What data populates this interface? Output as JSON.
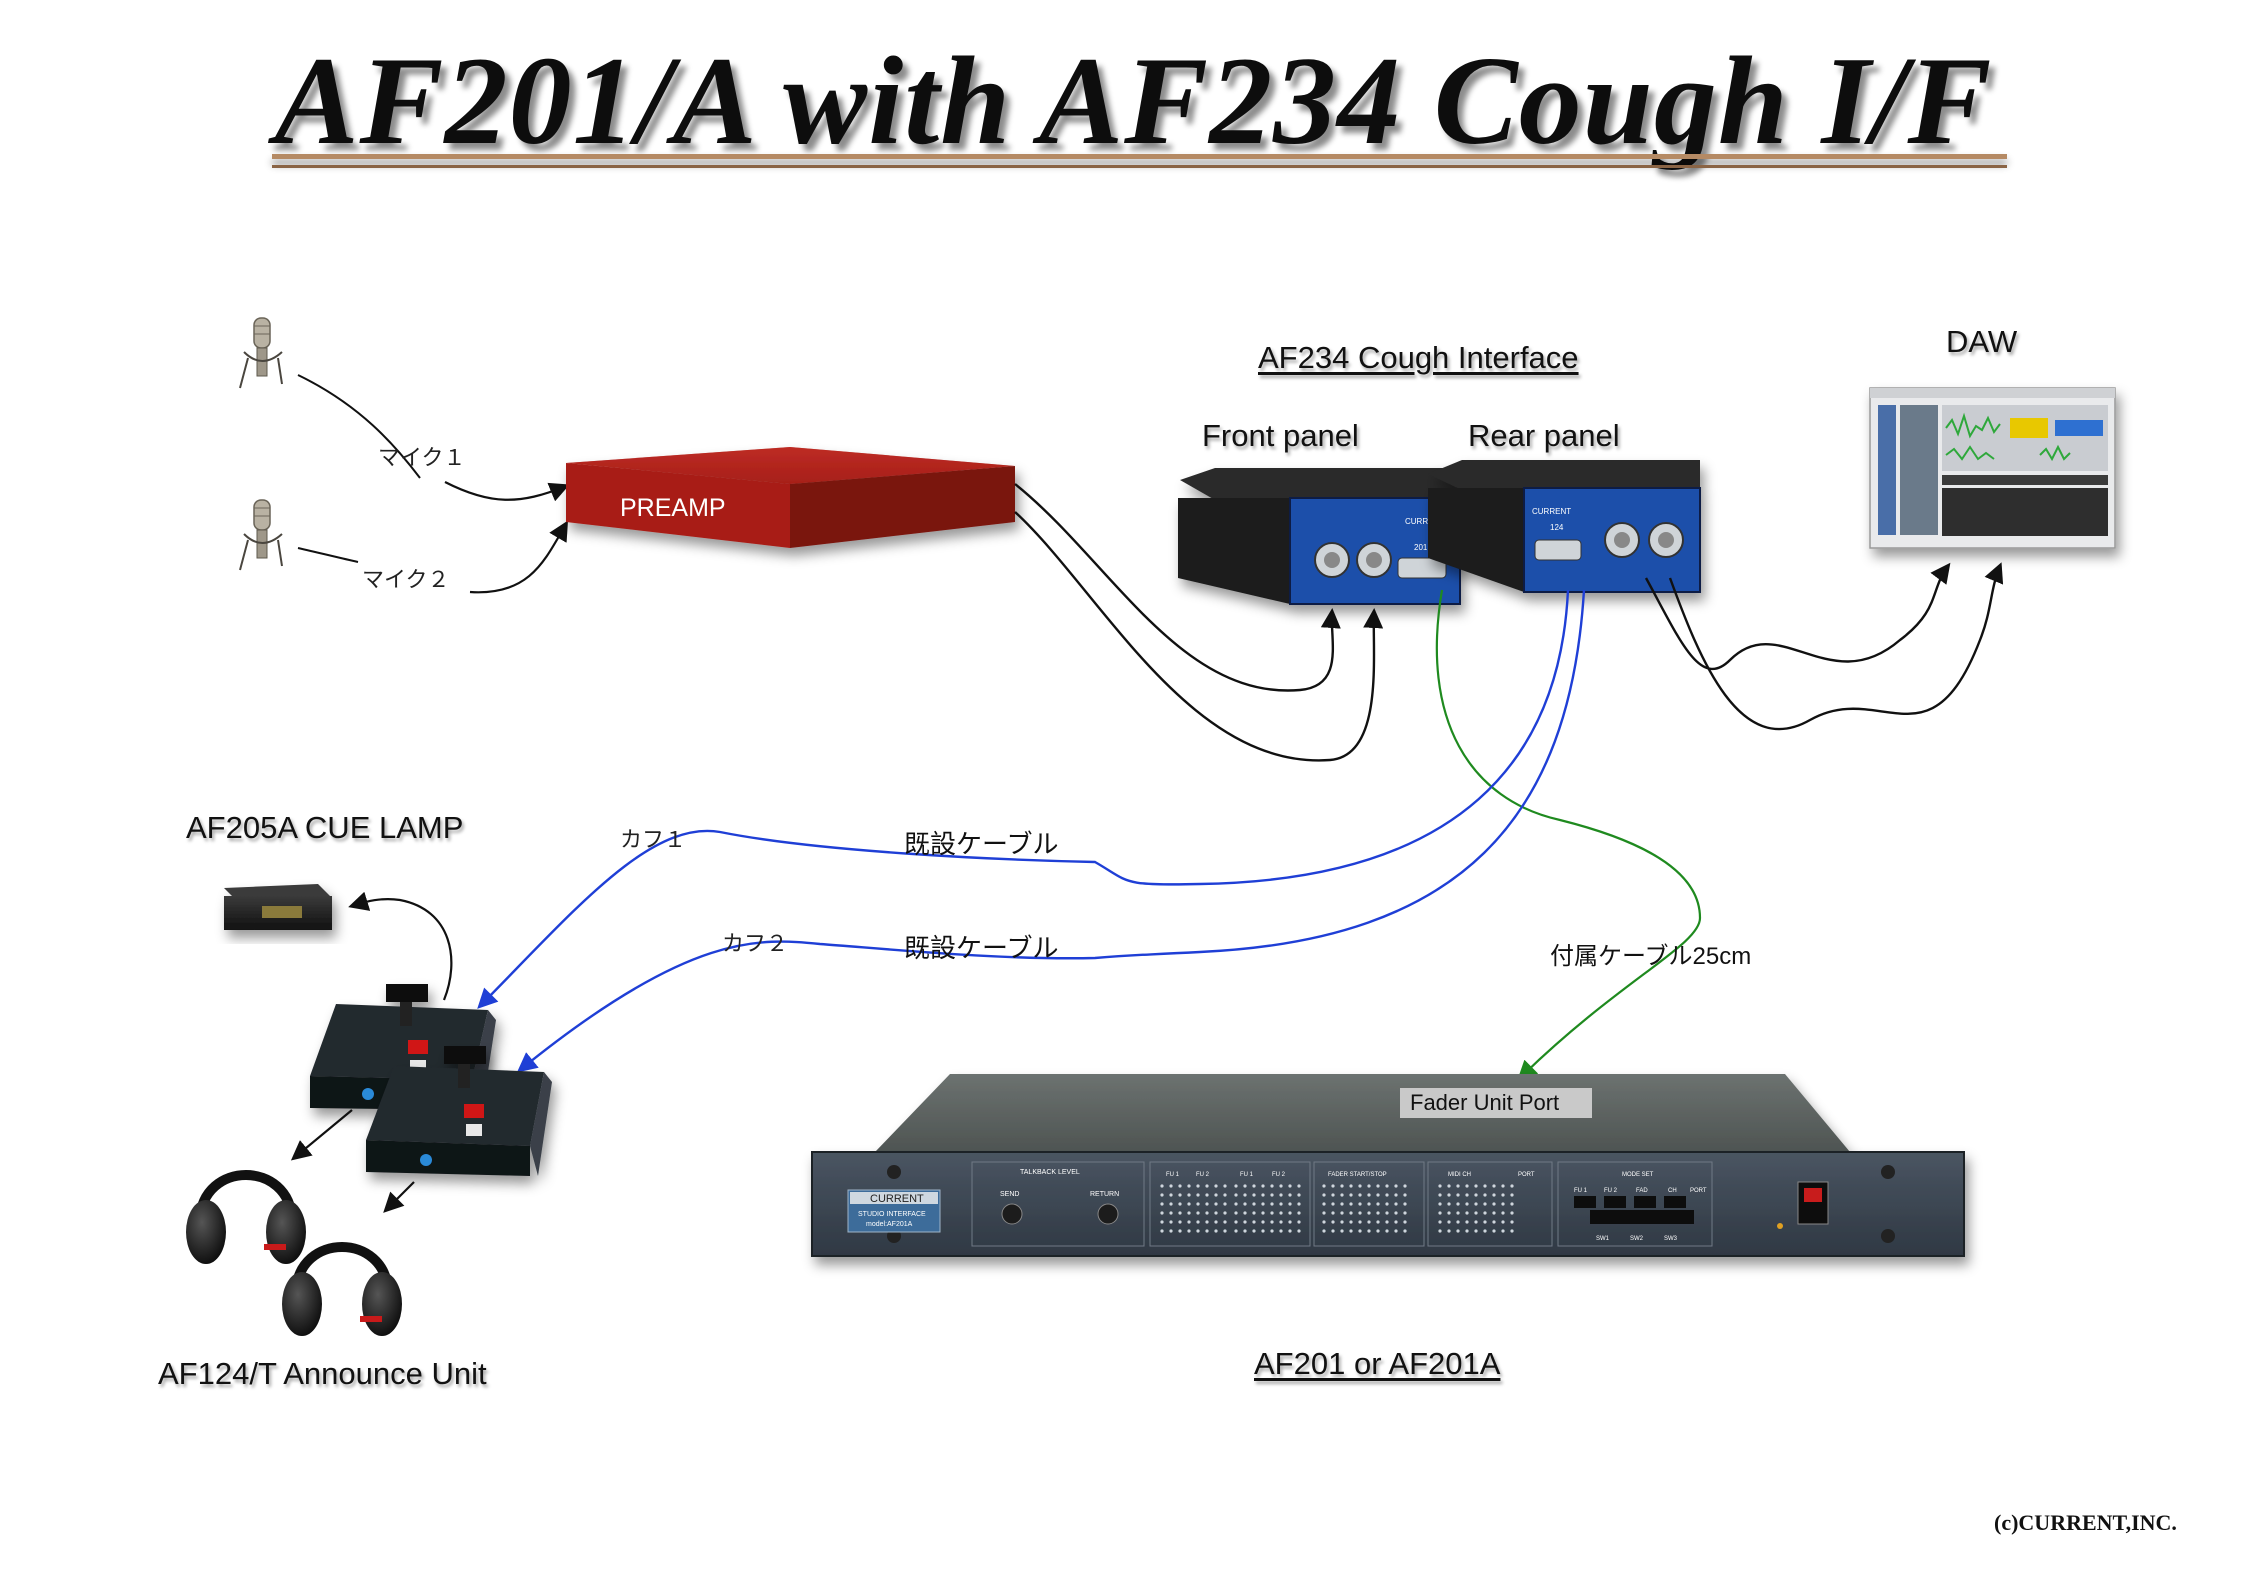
{
  "title": "AF201/A with AF234 Cough I/F",
  "labels": {
    "af234": "AF234 Cough Interface",
    "front_panel": "Front panel",
    "rear_panel": "Rear panel",
    "daw": "DAW",
    "preamp": "PREAMP",
    "mic1": "マイク１",
    "mic2": "マイク２",
    "cue_lamp": "AF205A CUE LAMP",
    "cough1": "カフ１",
    "cough2": "カフ２",
    "existing_cable_1": "既設ケーブル",
    "existing_cable_2": "既設ケーブル",
    "bundled_cable": "付属ケーブル25cm",
    "fader_unit_port": "Fader Unit Port",
    "af201": "AF201 or AF201A",
    "announce_unit": "AF124/T Announce Unit",
    "copyright": "(c)CURRENT,INC."
  },
  "af201_panel": {
    "brand": "CURRENT",
    "model_line1": "STUDIO INTERFACE",
    "model_line2": "model:AF201A",
    "talkback_level": "TALKBACK LEVEL",
    "send": "SEND",
    "return": "RETURN",
    "section_headers": [
      "FU 1",
      "FU 2",
      "FU 1",
      "FU 2",
      "FADER START/STOP",
      "MIDI CH",
      "PORT",
      "MODE SET"
    ],
    "mode_keys": [
      "FU 1",
      "FU 2",
      "FAD",
      "CH",
      "PORT"
    ],
    "sw_labels": [
      "SW1",
      "SW2",
      "SW3"
    ]
  },
  "af234_units": {
    "front_brand": "CURRENT",
    "front_port": "201",
    "rear_brand": "CURRENT",
    "rear_port": "124"
  },
  "colors": {
    "preamp": "#b01e1e",
    "cable_blue": "#1f3fd6",
    "cable_green": "#1f8a1f",
    "cable_black": "#111111",
    "title_rule": "#b58a64",
    "panel_blue": "#1d4ea8"
  }
}
